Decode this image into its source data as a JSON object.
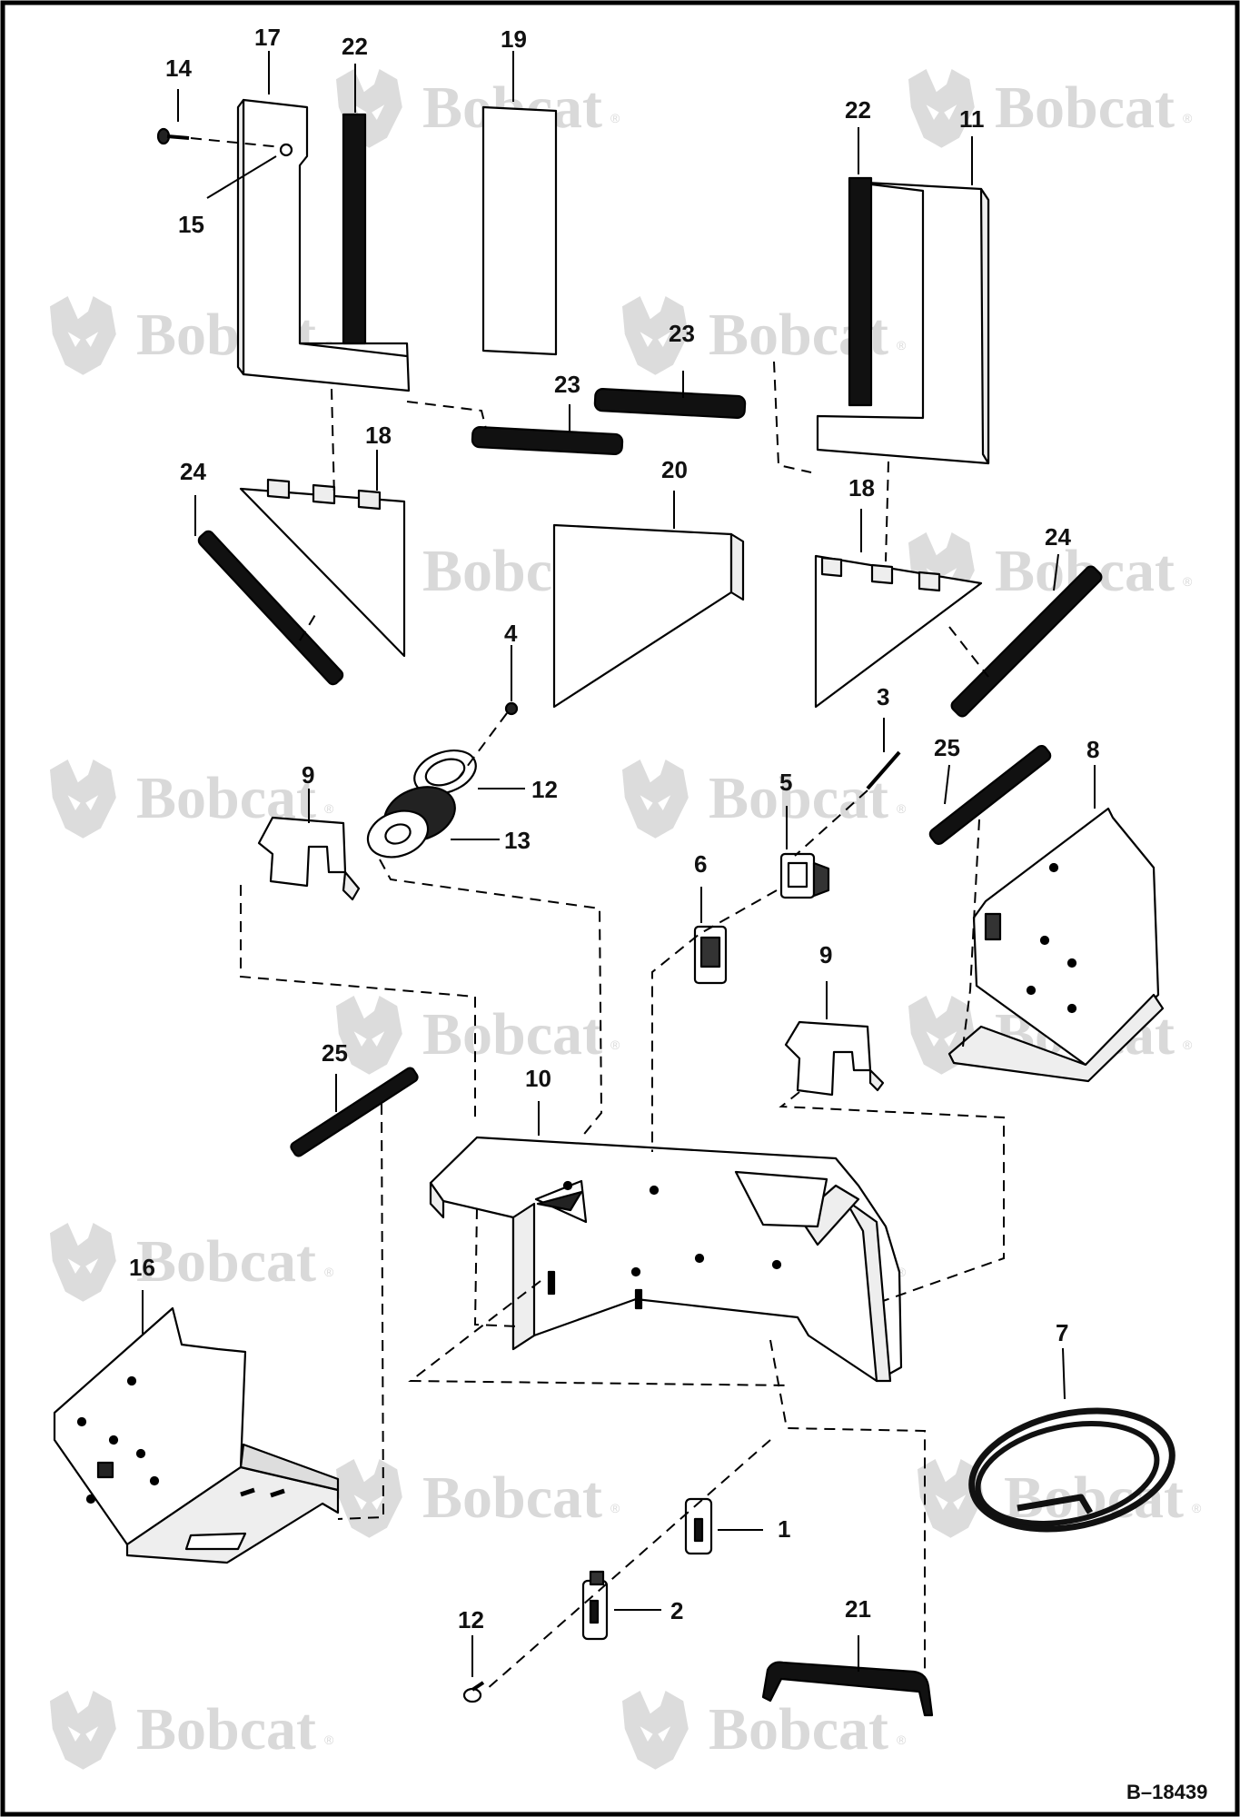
{
  "watermark": {
    "brand": "Bobcat",
    "mark": "®"
  },
  "figure_ref": "B–18439",
  "callouts": {
    "c1": "1",
    "c2": "2",
    "c3": "3",
    "c4": "4",
    "c5": "5",
    "c6": "6",
    "c7": "7",
    "c8": "8",
    "c9a": "9",
    "c9b": "9",
    "c10": "10",
    "c11": "11",
    "c12a": "12",
    "c12b": "12",
    "c13": "13",
    "c14": "14",
    "c15": "15",
    "c16": "16",
    "c17": "17",
    "c18a": "18",
    "c18b": "18",
    "c19": "19",
    "c20": "20",
    "c21": "21",
    "c22a": "22",
    "c22b": "22",
    "c23a": "23",
    "c23b": "23",
    "c24a": "24",
    "c24b": "24",
    "c25a": "25",
    "c25b": "25"
  }
}
